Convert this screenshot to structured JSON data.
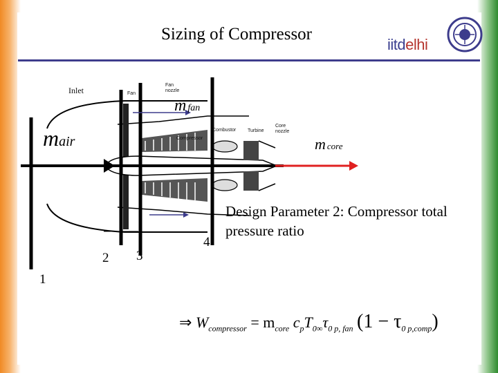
{
  "slide": {
    "title": "Sizing of  Compressor",
    "logo_text_prefix": "iitd",
    "logo_text_suffix": "elhi",
    "colors": {
      "rule": "#3d3c8c",
      "arrow": "#e02020",
      "logo": "#b5362f",
      "left_band": "#f08a24",
      "right_band": "#2e8b2e"
    }
  },
  "diagram": {
    "labels": {
      "inlet": "Inlet",
      "fan": "Fan",
      "fan_nozzle": "Fan nozzle",
      "compressor": "Compressor",
      "combustor": "Combustor",
      "turbine": "Turbine",
      "core_nozzle": "Core nozzle"
    },
    "stations": [
      "1",
      "2",
      "3",
      "4"
    ],
    "mass_flows": {
      "air_symbol": "m",
      "air_sub": "air",
      "fan_symbol": "m",
      "fan_sub": "fan",
      "core_symbol": "m",
      "core_sub": "core"
    }
  },
  "text": {
    "design_parameter": "Design Parameter 2: Compressor total pressure ratio"
  },
  "equation": {
    "implies": "⇒",
    "w": "W",
    "w_sub": "compressor",
    "equals": "= m",
    "m_sub": "core",
    "cp": "c",
    "cp_sub": "p",
    "t": "T",
    "t_sub": "0∞",
    "tau1": "τ",
    "tau1_sub": "0 p, fan",
    "bracket": "(1 − τ",
    "tau2_sub": "0 p,comp",
    "close": ")"
  }
}
